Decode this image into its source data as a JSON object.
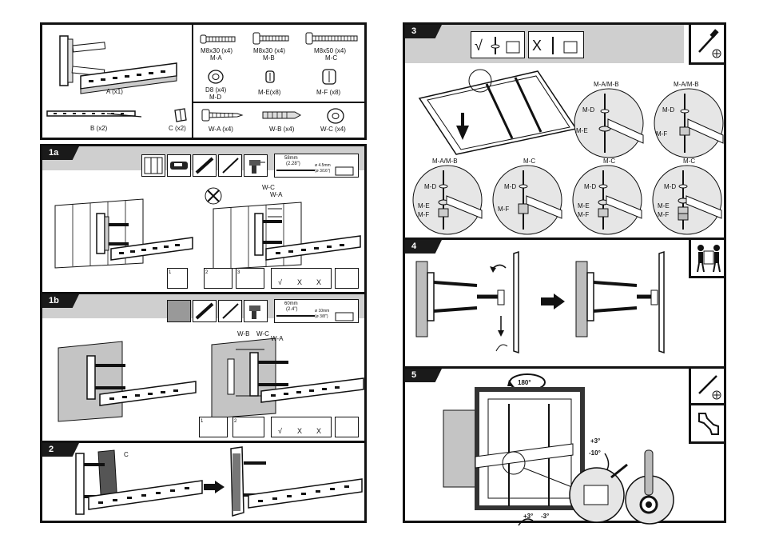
{
  "parts": {
    "a": "A (x1)",
    "b": "B (x2)",
    "c": "C (x2)",
    "ma_size": "M8x30 (x4)",
    "ma": "M-A",
    "mb_size": "M8x30 (x4)",
    "mb": "M-B",
    "mc_size": "M8x50 (x4)",
    "mc": "M-C",
    "md_size": "D8 (x4)",
    "md": "M-D",
    "me": "M-E(x8)",
    "mf": "M-F (x8)",
    "wa": "W-A (x4)",
    "wb": "W-B (x4)",
    "wc": "W-C (x4)"
  },
  "steps": {
    "s1a": "1a",
    "s1b": "1b",
    "s2": "2",
    "s3": "3",
    "s4": "4",
    "s5": "5"
  },
  "step1a": {
    "depth": "58mm",
    "depth_sub": "(2.28\")",
    "drill": "ø 4.5mm",
    "drill_sub": "(ø 3/16\")",
    "wc": "W-C",
    "wa": "W-A",
    "n1": "1",
    "n2": "2",
    "n3": "3",
    "check": "√",
    "cross1": "X",
    "cross2": "X"
  },
  "step1b": {
    "depth": "60mm",
    "depth_sub": "(2.4\")",
    "drill": "ø 10mm",
    "drill_sub": "(ø 3/8\")",
    "wb": "W-B",
    "wc": "W-C",
    "wa": "W-A",
    "n1": "1",
    "n2": "2",
    "check": "√",
    "cross1": "X",
    "cross2": "X"
  },
  "step2": {
    "c": "C"
  },
  "step3": {
    "c1": [
      "M-A/M-B",
      "M-D",
      "M-E"
    ],
    "c2": [
      "M-A/M-B",
      "M-D",
      "M-F"
    ],
    "c3": [
      "M-A/M-B",
      "M-D",
      "M-E",
      "M-F"
    ],
    "c4": [
      "M-C",
      "M-D",
      "M-F"
    ],
    "c5": [
      "M-C",
      "M-D",
      "M-E",
      "M-F"
    ],
    "c6": [
      "M-C",
      "M-D",
      "M-E",
      "M-F"
    ],
    "ok": "√",
    "no": "X"
  },
  "step5": {
    "rot": "180°",
    "tilt_up": "+3°",
    "tilt_down": "-10°",
    "swivel_pos": "+3°",
    "swivel_neg": "-3°"
  },
  "colors": {
    "header": "#cfcfcf",
    "wall": "#bdbdbd",
    "ink": "#111111"
  }
}
